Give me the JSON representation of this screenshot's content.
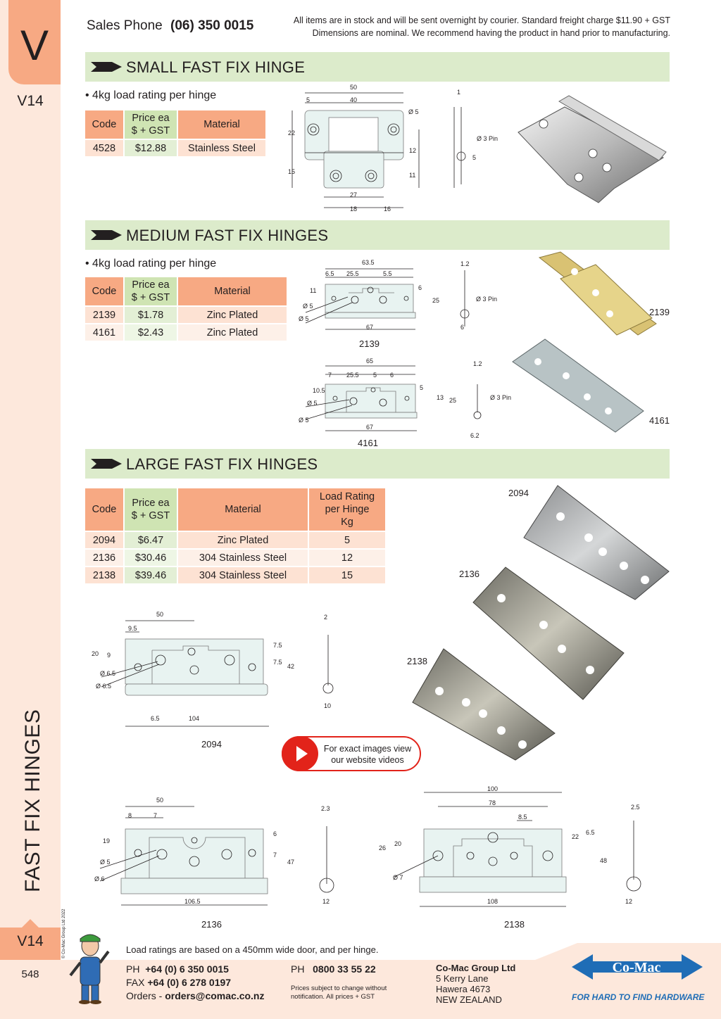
{
  "sidebar": {
    "tab_letter": "V",
    "section_code": "V14",
    "vertical_title": "FAST FIX HINGES",
    "copyright": "© Co-Mac Group Ltd 2022",
    "page_number": "548"
  },
  "header": {
    "sales_label": "Sales Phone",
    "sales_phone": "(06) 350 0015",
    "notice_line1": "All items are in stock and will be sent overnight by courier. Standard freight charge $11.90 + GST",
    "notice_line2": "Dimensions are nominal. We recommend having the product in hand prior to manufacturing."
  },
  "small": {
    "title": "SMALL FAST FIX HINGE",
    "bullet": "• 4kg load rating per hinge",
    "columns": [
      "Code",
      "Price ea\n$ + GST",
      "Material"
    ],
    "rows": [
      {
        "code": "4528",
        "price": "$12.88",
        "material": "Stainless Steel"
      }
    ],
    "dims": [
      "50",
      "5",
      "40",
      "Ø 5",
      "22",
      "12",
      "15",
      "11",
      "27",
      "18",
      "16",
      "1",
      "Ø 3 Pin",
      "5"
    ]
  },
  "medium": {
    "title": "MEDIUM FAST FIX HINGES",
    "bullet": "• 4kg load rating per hinge",
    "columns": [
      "Code",
      "Price ea\n$ + GST",
      "Material"
    ],
    "rows": [
      {
        "code": "2139",
        "price": "$1.78",
        "material": "Zinc Plated"
      },
      {
        "code": "4161",
        "price": "$2.43",
        "material": "Zinc Plated"
      }
    ],
    "drawing_2139": {
      "label": "2139",
      "dims": [
        "63.5",
        "6.5",
        "25.5",
        "5.5",
        "11",
        "6",
        "25",
        "Ø 5",
        "Ø 5",
        "67",
        "1.2",
        "Ø 3 Pin",
        "6"
      ]
    },
    "drawing_4161": {
      "label": "4161",
      "dims": [
        "65",
        "7",
        "25.5",
        "5",
        "6",
        "10.5",
        "5",
        "13",
        "25",
        "Ø 5",
        "Ø 5",
        "67",
        "1.2",
        "Ø 3 Pin",
        "6.2"
      ]
    },
    "photo_labels": [
      "2139",
      "4161"
    ]
  },
  "large": {
    "title": "LARGE FAST FIX HINGES",
    "columns": [
      "Code",
      "Price ea\n$ + GST",
      "Material",
      "Load Rating\nper Hinge\nKg"
    ],
    "rows": [
      {
        "code": "2094",
        "price": "$6.47",
        "material": "Zinc Plated",
        "load": "5"
      },
      {
        "code": "2136",
        "price": "$30.46",
        "material": "304 Stainless Steel",
        "load": "12"
      },
      {
        "code": "2138",
        "price": "$39.46",
        "material": "304 Stainless Steel",
        "load": "15"
      }
    ],
    "photo_labels": [
      "2094",
      "2136",
      "2138"
    ],
    "drawing_2094": {
      "label": "2094",
      "dims": [
        "50",
        "9.5",
        "20",
        "9",
        "7.5",
        "7.5",
        "42",
        "Ø 6.5",
        "Ø 6.5",
        "6.5",
        "104",
        "2",
        "10"
      ]
    },
    "drawing_2136": {
      "label": "2136",
      "dims": [
        "50",
        "8",
        "7",
        "19",
        "6",
        "7",
        "47",
        "Ø 5",
        "Ø 6",
        "106.5",
        "2.3",
        "12"
      ]
    },
    "drawing_2138": {
      "label": "2138",
      "dims": [
        "100",
        "78",
        "8.5",
        "26",
        "20",
        "22",
        "6.5",
        "48",
        "Ø 7",
        "108",
        "2.5",
        "12"
      ]
    }
  },
  "video": {
    "line1": "For exact images view",
    "line2": "our website videos"
  },
  "footer": {
    "load_note": "Load ratings are based on a 450mm wide door, and per hinge.",
    "ph_label": "PH",
    "ph": "+64 (0) 6 350 0015",
    "fax_label": "FAX",
    "fax": "+64 (0) 6 278 0197",
    "orders_label": "Orders -",
    "orders": "orders@comac.co.nz",
    "ph2_label": "PH",
    "ph2": "0800 33 55 22",
    "prices_line1": "Prices subject to change without",
    "prices_line2": "notification. All prices + GST",
    "company": "Co-Mac Group Ltd",
    "address1": "5 Kerry Lane",
    "address2": "Hawera 4673",
    "address3": "NEW ZEALAND",
    "logo_text": "Co-Mac",
    "tagline": "FOR HARD TO FIND HARDWARE"
  },
  "colors": {
    "salmon": "#f7a983",
    "green_header": "#dcebcb",
    "logo_blue": "#1f6db6",
    "play_red": "#e2231a"
  }
}
